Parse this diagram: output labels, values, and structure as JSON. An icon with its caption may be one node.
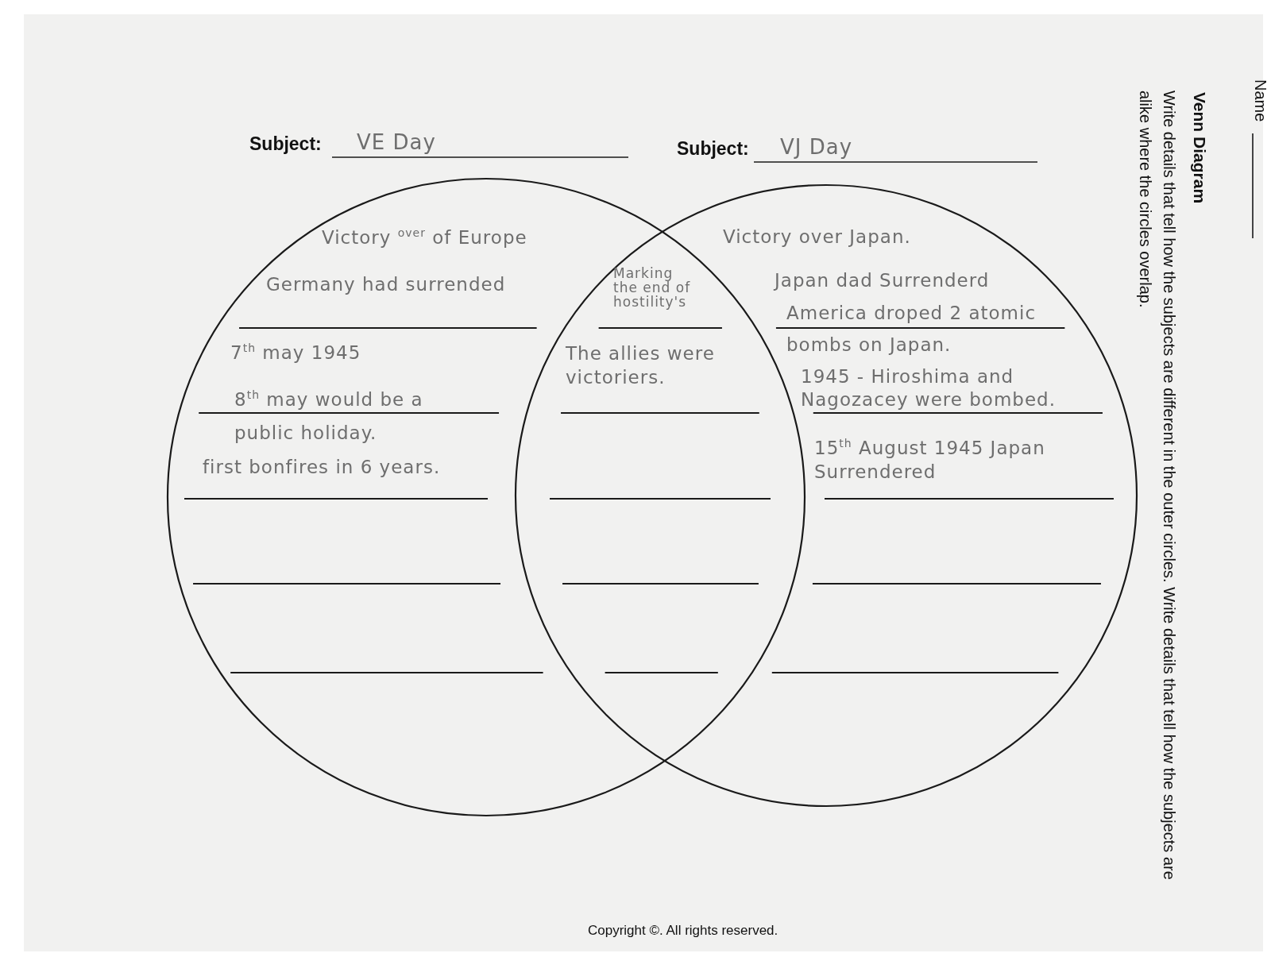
{
  "diagram": {
    "title": "Venn Diagram",
    "caption": "Copyright ©. All rights reserved.",
    "nodes": [
      {
        "text": [
          "Victory $^{over}$ of Europe",
          "Germany had surrended",
          "7$^{th}$ may 1945",
          "8$^{th}$ may would be a public holiday.",
          "first bonfires in 6 years."
        ]
      },
      {
        "text": [
          "Victory over Japan.",
          "Japan dad Surrenderd",
          "America droped 2 atomic bombs on Japan.",
          "1945 - Hiroshima and Nagozacey were bombed.",
          "15$^{th}$ August 1945 Japan Surrendered"
        ]
      },
      {
        "text": [
          "Marking the end of hostility's",
          "The allies were victoriers."
        ]
      }
    ],
    "labels": [
      "Name",
      "Write details that tell how the subjects are different in the outer circles. Write details that tell how the subjects are alike where the circles overlap.",
      "Subject:",
      "VE Day",
      "Subject:",
      "VJ Day"
    ]
  }
}
